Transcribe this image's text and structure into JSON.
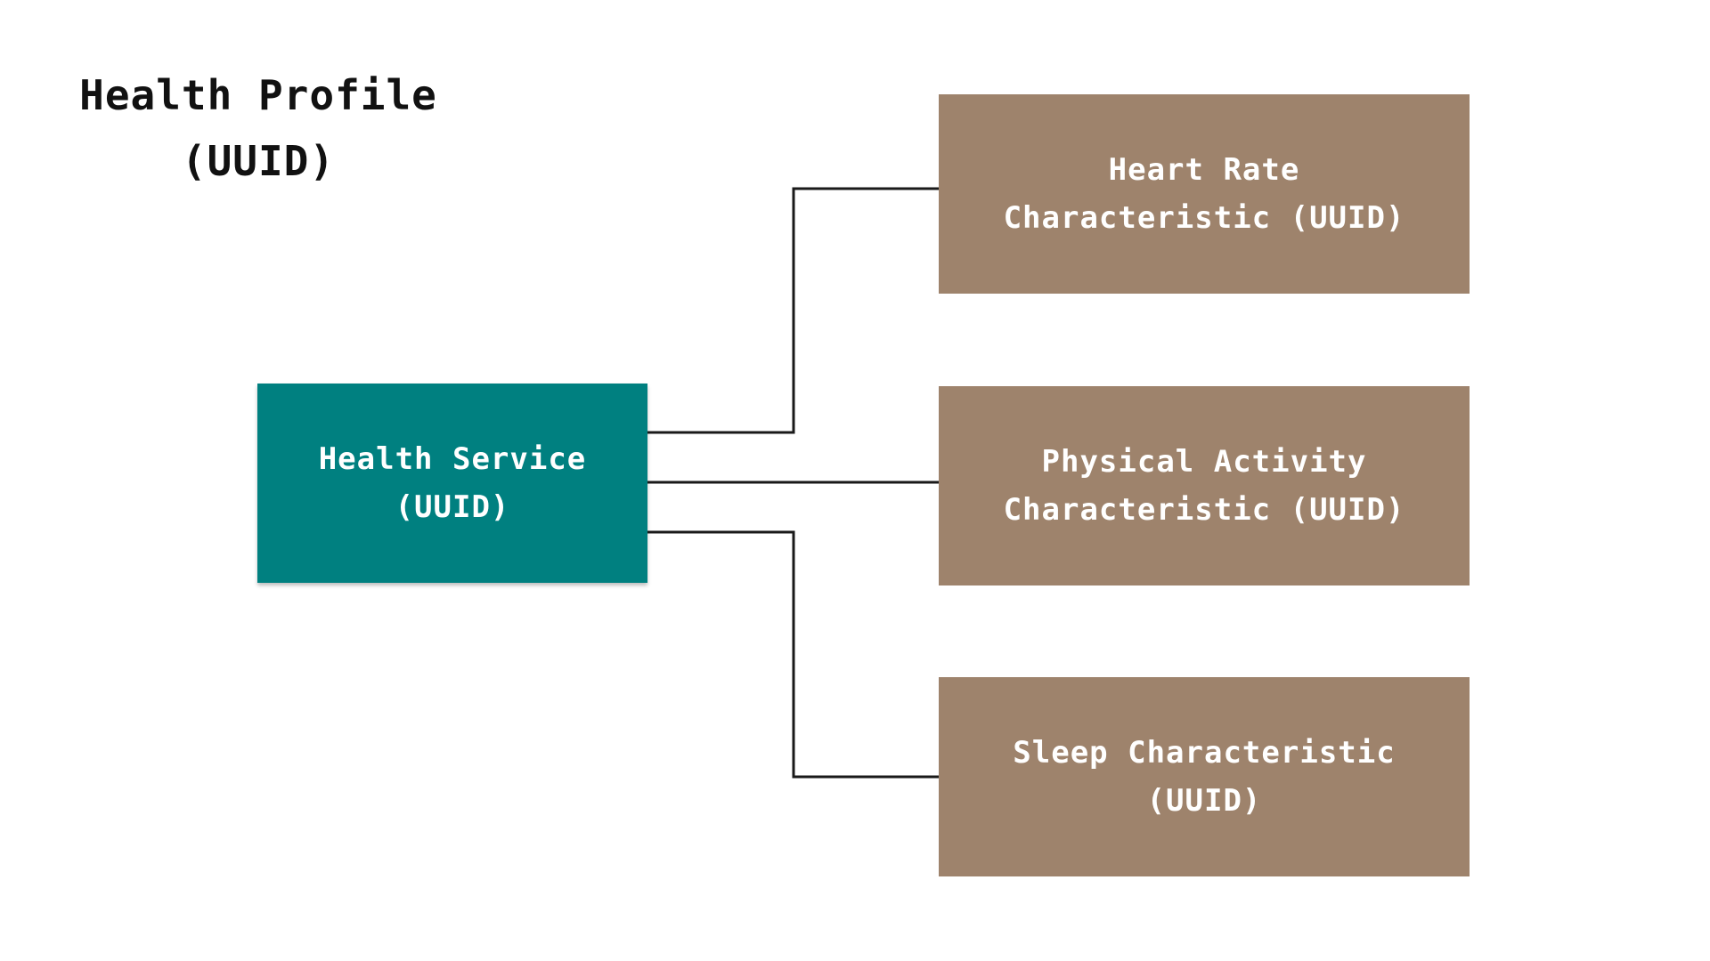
{
  "profile": {
    "title_line1": "Health Profile",
    "title_line2": "(UUID)"
  },
  "service": {
    "line1": "Health Service",
    "line2": "(UUID)",
    "color": "#008080"
  },
  "characteristics": [
    {
      "line1": "Heart Rate",
      "line2": "Characteristic (UUID)"
    },
    {
      "line1": "Physical Activity",
      "line2": "Characteristic (UUID)"
    },
    {
      "line1": "Sleep Characteristic",
      "line2": "(UUID)"
    }
  ],
  "colors": {
    "characteristic_fill": "#9e836c",
    "connector": "#1a1a1a",
    "text_on_box": "#ffffff",
    "title_text": "#111111"
  }
}
